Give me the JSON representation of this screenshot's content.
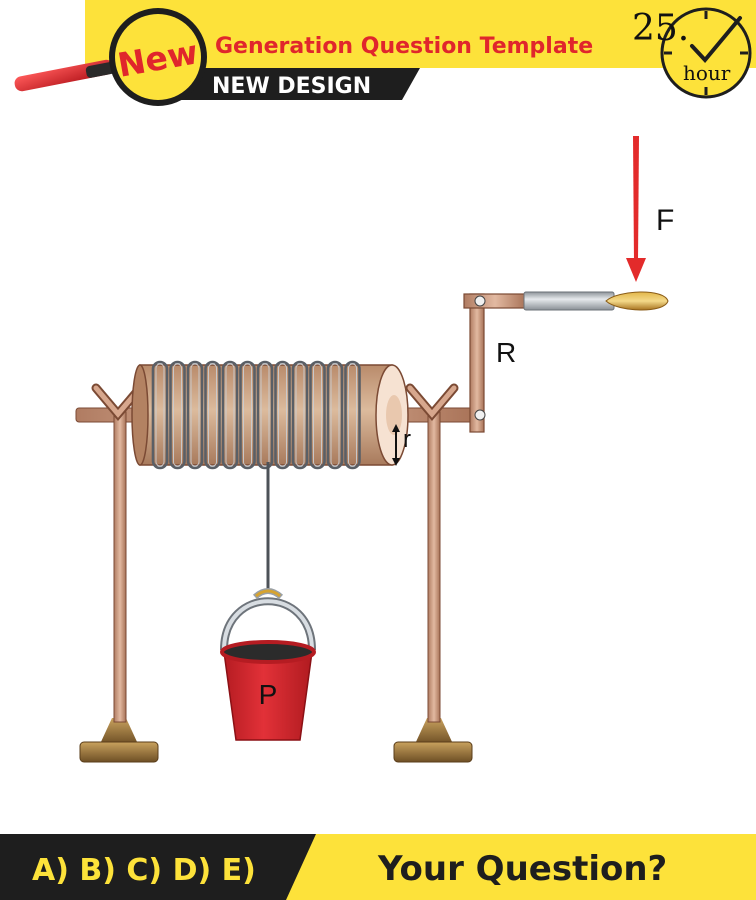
{
  "header": {
    "badge": "New",
    "title": "Generation Question Template",
    "subtitle": "NEW DESIGN",
    "timer_number": "25.",
    "timer_unit": "hour"
  },
  "diagram": {
    "label_force": "F",
    "label_crank_radius": "R",
    "label_drum_radius": "r",
    "label_bucket": "P"
  },
  "footer": {
    "options": "A) B) C) D) E)",
    "question": "Your Question?"
  },
  "colors": {
    "header_yellow": "#fde23a",
    "dark_band": "#1e1e1e",
    "wood": "#c8957a",
    "wood_stroke": "#7b4a34",
    "drum": "#d9b596",
    "coil": "#5a5f66",
    "bucket_red": "#d9262c",
    "force_red": "#e32b2b",
    "base_brown": "#8e6a39"
  }
}
